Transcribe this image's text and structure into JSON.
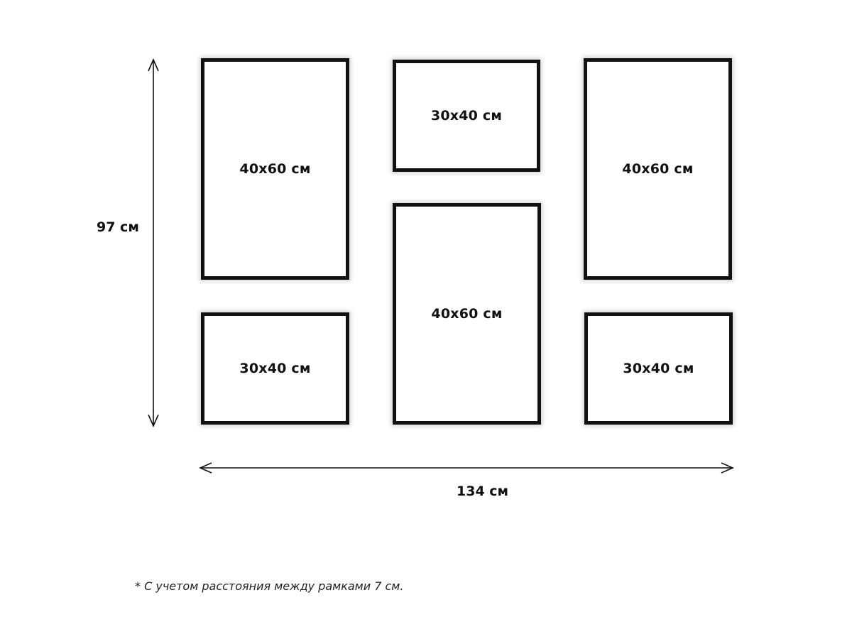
{
  "frames": [
    {
      "id": "top-left",
      "label": "40x60 см"
    },
    {
      "id": "top-center",
      "label": "30x40 см"
    },
    {
      "id": "top-right",
      "label": "40x60 см"
    },
    {
      "id": "bottom-left",
      "label": "30x40 см"
    },
    {
      "id": "bottom-center",
      "label": "40x60 см"
    },
    {
      "id": "bottom-right",
      "label": "30x40 см"
    }
  ],
  "dimensions": {
    "height_label": "97 см",
    "width_label": "134 см"
  },
  "footnote": "* С учетом расстояния между рамками 7 см.",
  "colors": {
    "frame_border": "#111111",
    "background": "#ffffff"
  }
}
